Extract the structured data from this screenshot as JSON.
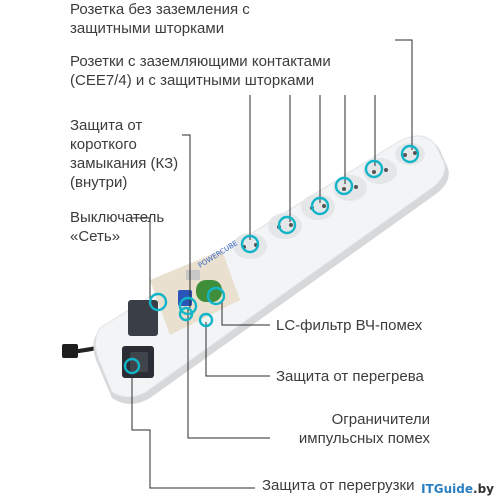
{
  "labels": {
    "unearthed_socket": "Розетка без заземления с\nзащитными шторками",
    "earthed_sockets": "Розетки с заземляющими контактами\n(CEE7/4) и с защитными шторками",
    "short_circuit": "Защита от\nкороткого\nзамыкания (КЗ)\n(внутри)",
    "power_switch": "Выключатель\n«Сеть»",
    "lc_filter": "LC-фильтр ВЧ-помех",
    "overheat": "Защита от перегрева",
    "surge_limiters": "Ограничители\nимпульсных помех",
    "overload": "Защита от перегрузки"
  },
  "watermark": {
    "brand": "ITGuide",
    "tld": ".by"
  },
  "colors": {
    "callout_line": "#2b2b2b",
    "marker_ring": "#12b5c8",
    "body": "#f1f2f3",
    "body_shadow": "#d6d8da",
    "text": "#3c3c3c"
  }
}
